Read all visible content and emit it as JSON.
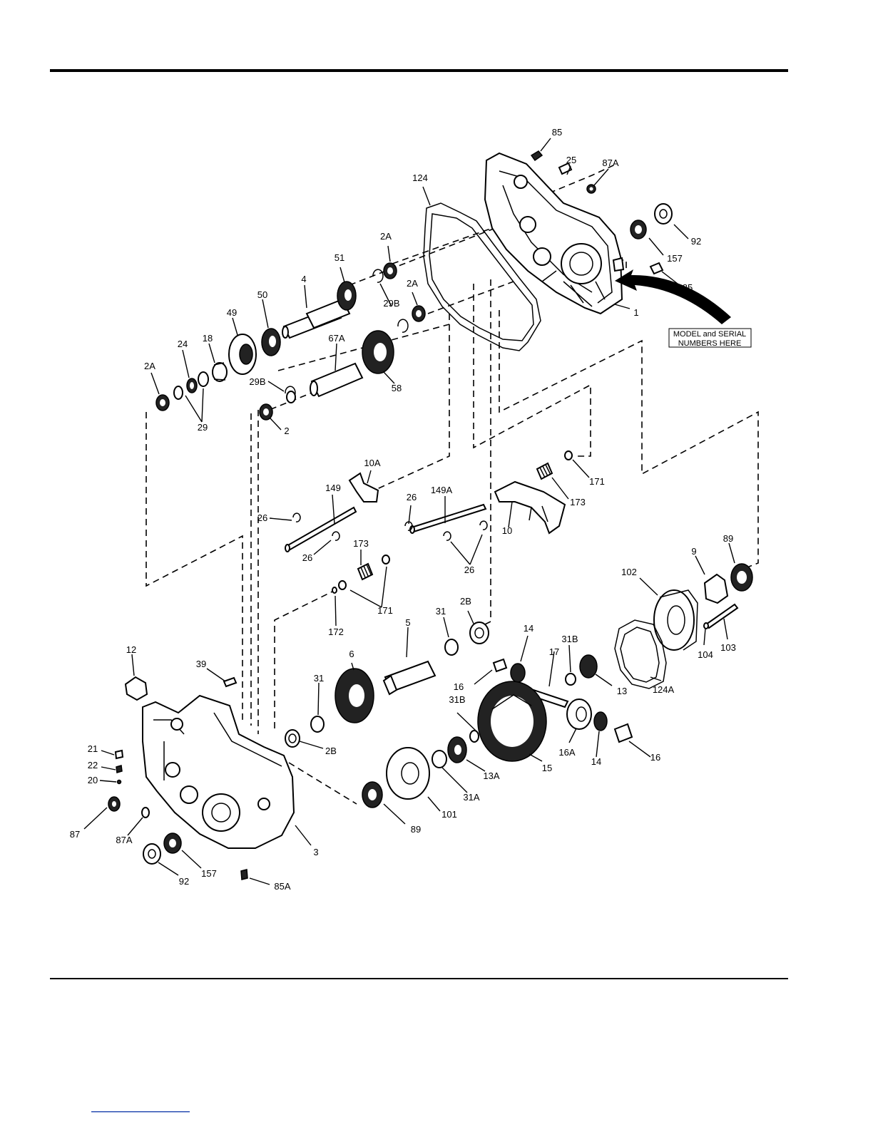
{
  "callout": {
    "line1": "MODEL and SERIAL",
    "line2": "NUMBERS HERE"
  },
  "labels": [
    {
      "id": "85-top",
      "text": "85"
    },
    {
      "id": "25",
      "text": "25"
    },
    {
      "id": "87A-top",
      "text": "87A"
    },
    {
      "id": "124",
      "text": "124"
    },
    {
      "id": "92-top",
      "text": "92"
    },
    {
      "id": "157-top",
      "text": "157"
    },
    {
      "id": "85-right",
      "text": "85"
    },
    {
      "id": "1",
      "text": "1"
    },
    {
      "id": "2A-a",
      "text": "2A"
    },
    {
      "id": "51",
      "text": "51"
    },
    {
      "id": "2A-b",
      "text": "2A"
    },
    {
      "id": "29B-a",
      "text": "29B"
    },
    {
      "id": "4",
      "text": "4"
    },
    {
      "id": "50",
      "text": "50"
    },
    {
      "id": "49",
      "text": "49"
    },
    {
      "id": "18",
      "text": "18"
    },
    {
      "id": "24",
      "text": "24"
    },
    {
      "id": "2A-c",
      "text": "2A"
    },
    {
      "id": "67A",
      "text": "67A"
    },
    {
      "id": "58",
      "text": "58"
    },
    {
      "id": "29B-b",
      "text": "29B"
    },
    {
      "id": "29",
      "text": "29"
    },
    {
      "id": "2",
      "text": "2"
    },
    {
      "id": "10A",
      "text": "10A"
    },
    {
      "id": "149",
      "text": "149"
    },
    {
      "id": "26-a",
      "text": "26"
    },
    {
      "id": "26-b",
      "text": "26"
    },
    {
      "id": "26-c",
      "text": "26"
    },
    {
      "id": "149A",
      "text": "149A"
    },
    {
      "id": "26-d",
      "text": "26"
    },
    {
      "id": "171-a",
      "text": "171"
    },
    {
      "id": "173-a",
      "text": "173"
    },
    {
      "id": "10",
      "text": "10"
    },
    {
      "id": "173-b",
      "text": "173"
    },
    {
      "id": "171-b",
      "text": "171"
    },
    {
      "id": "172",
      "text": "172"
    },
    {
      "id": "89-top",
      "text": "89"
    },
    {
      "id": "9",
      "text": "9"
    },
    {
      "id": "102",
      "text": "102"
    },
    {
      "id": "104",
      "text": "104"
    },
    {
      "id": "103",
      "text": "103"
    },
    {
      "id": "124A",
      "text": "124A"
    },
    {
      "id": "31-a",
      "text": "31"
    },
    {
      "id": "2B-a",
      "text": "2B"
    },
    {
      "id": "5",
      "text": "5"
    },
    {
      "id": "14-a",
      "text": "14"
    },
    {
      "id": "17",
      "text": "17"
    },
    {
      "id": "31B-a",
      "text": "31B"
    },
    {
      "id": "16-a",
      "text": "16"
    },
    {
      "id": "13",
      "text": "13"
    },
    {
      "id": "12",
      "text": "12"
    },
    {
      "id": "39",
      "text": "39"
    },
    {
      "id": "6",
      "text": "6"
    },
    {
      "id": "31-b",
      "text": "31"
    },
    {
      "id": "31B-b",
      "text": "31B"
    },
    {
      "id": "16A",
      "text": "16A"
    },
    {
      "id": "14-b",
      "text": "14"
    },
    {
      "id": "16-b",
      "text": "16"
    },
    {
      "id": "15",
      "text": "15"
    },
    {
      "id": "13A",
      "text": "13A"
    },
    {
      "id": "2B-b",
      "text": "2B"
    },
    {
      "id": "31A",
      "text": "31A"
    },
    {
      "id": "21",
      "text": "21"
    },
    {
      "id": "22",
      "text": "22"
    },
    {
      "id": "20",
      "text": "20"
    },
    {
      "id": "101",
      "text": "101"
    },
    {
      "id": "89-bottom",
      "text": "89"
    },
    {
      "id": "87",
      "text": "87"
    },
    {
      "id": "87A-bottom",
      "text": "87A"
    },
    {
      "id": "3",
      "text": "3"
    },
    {
      "id": "92-bottom",
      "text": "92"
    },
    {
      "id": "157-bottom",
      "text": "157"
    },
    {
      "id": "85A",
      "text": "85A"
    }
  ]
}
